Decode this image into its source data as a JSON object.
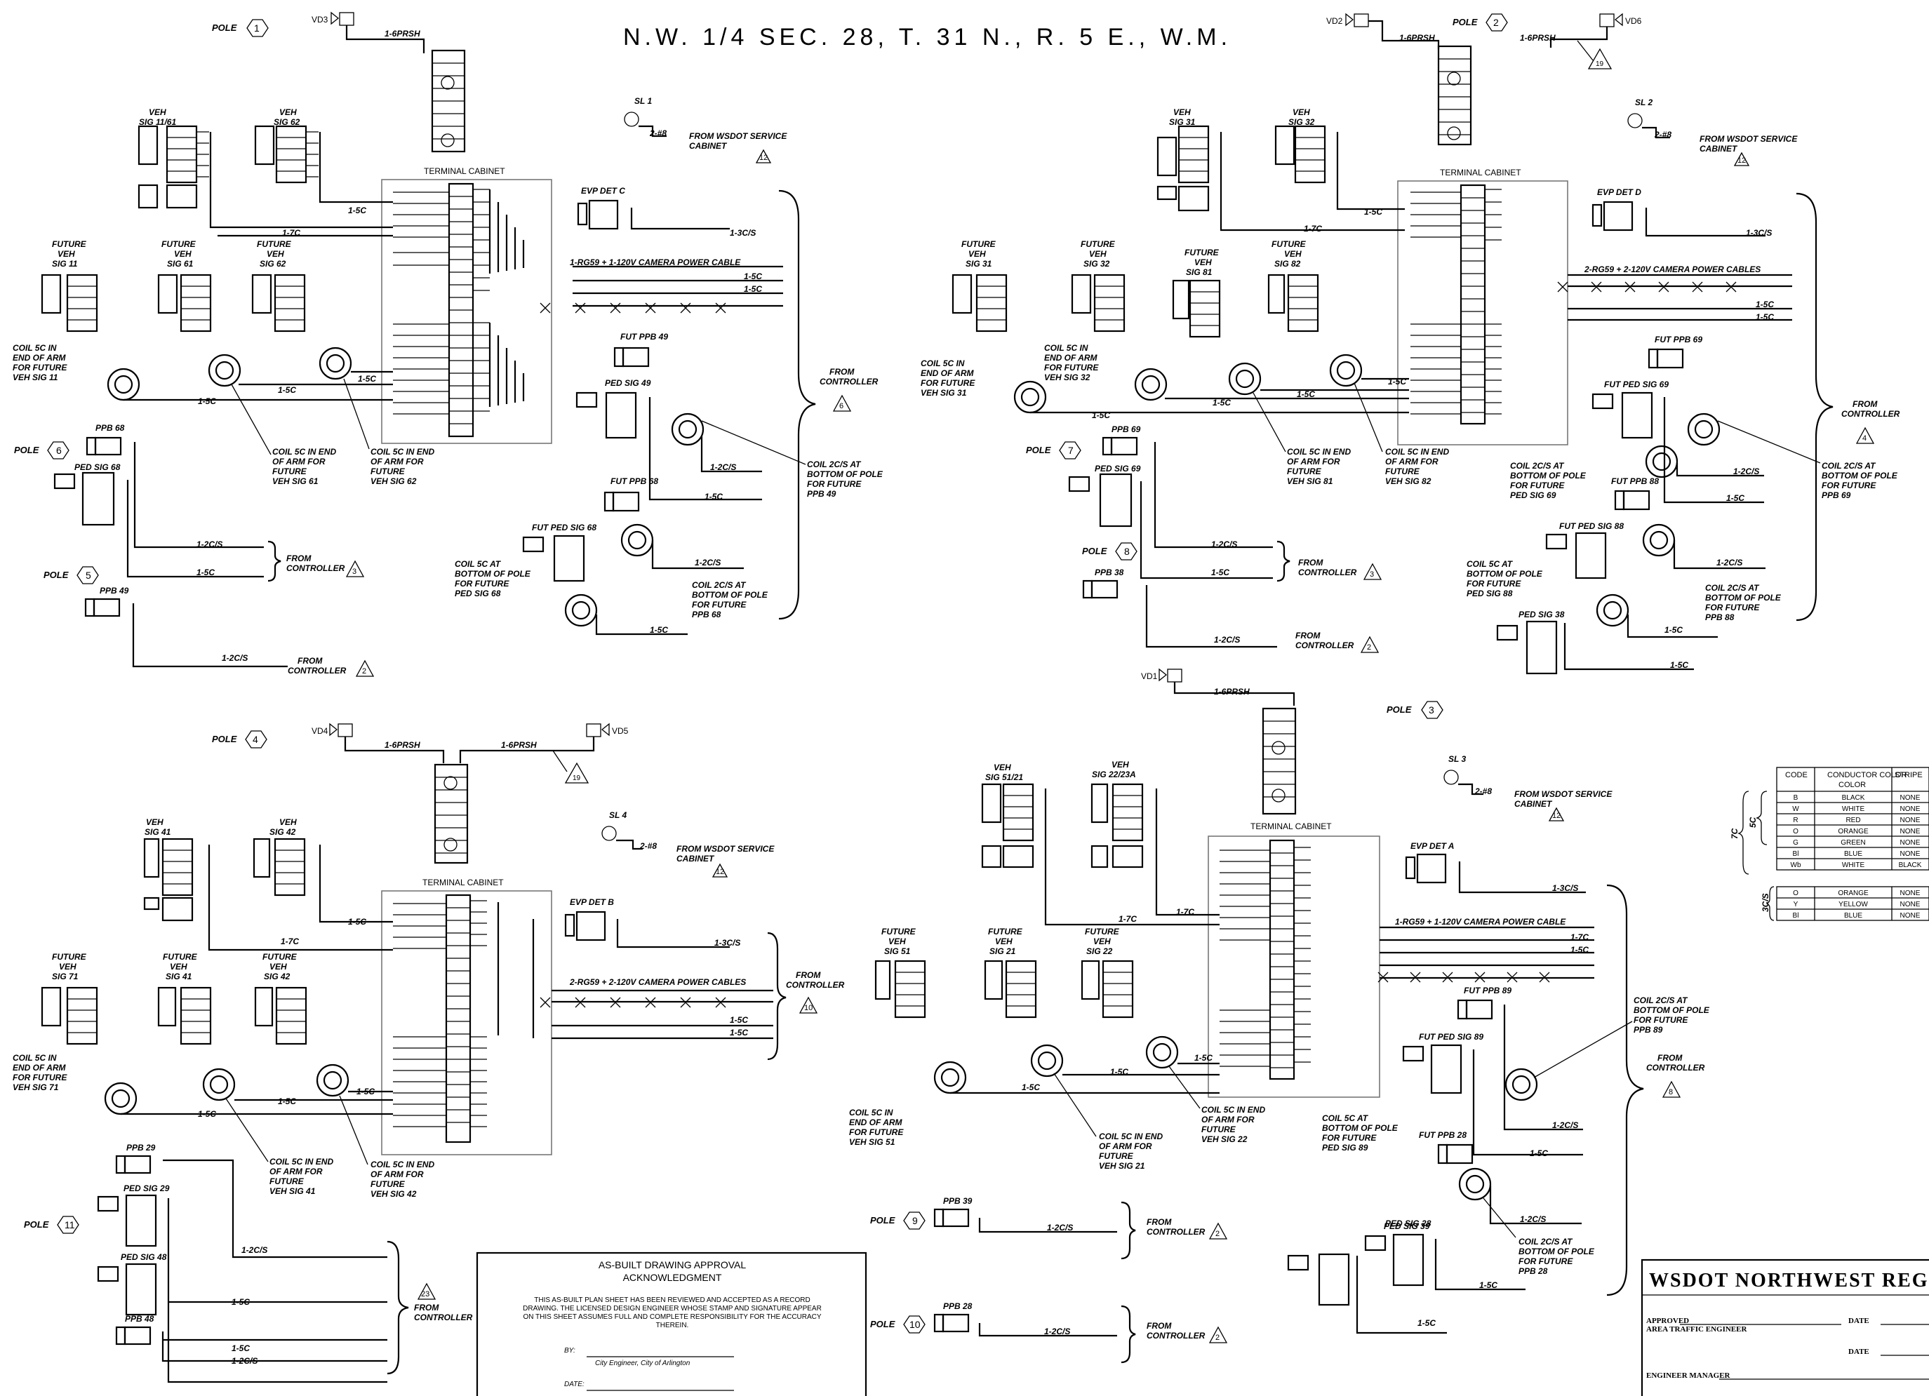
{
  "header": {
    "title": "N.W. 1/4 SEC. 28, T. 31 N., R. 5 E., W.M."
  },
  "poles": [
    {
      "label": "POLE",
      "num": "1"
    },
    {
      "label": "POLE",
      "num": "2"
    },
    {
      "label": "POLE",
      "num": "3"
    },
    {
      "label": "POLE",
      "num": "4"
    },
    {
      "label": "POLE",
      "num": "5"
    },
    {
      "label": "POLE",
      "num": "6"
    },
    {
      "label": "POLE",
      "num": "7"
    },
    {
      "label": "POLE",
      "num": "8"
    },
    {
      "label": "POLE",
      "num": "9"
    },
    {
      "label": "POLE",
      "num": "10"
    },
    {
      "label": "POLE",
      "num": "11"
    }
  ],
  "detectors": [
    "VD3",
    "VD2",
    "VD6",
    "VD4",
    "VD5",
    "VD1"
  ],
  "cables": {
    "prsh": "1-6PRSH",
    "c5": "1-5C",
    "c7": "1-7C",
    "c2s": "1-2C/S",
    "c3s": "1-3C/S",
    "b8": "2-#8",
    "rg59_1": "1-RG59 + 1-120V CAMERA POWER CABLE",
    "rg59_2": "2-RG59 + 2-120V CAMERA POWER CABLES"
  },
  "cabinet": {
    "label": "TERMINAL CABINET"
  },
  "service": {
    "sl1": "SL 1",
    "sl2": "SL 2",
    "sl3": "SL 3",
    "sl4": "SL 4",
    "text1": "FROM WSDOT SERVICE",
    "text2": "CABINET",
    "ref": "12"
  },
  "evp": {
    "a": "EVP DET A",
    "b": "EVP DET B",
    "c": "EVP DET C",
    "d": "EVP DET D"
  },
  "controller": {
    "line1": "FROM",
    "line2": "CONTROLLER",
    "refs": [
      "6",
      "4",
      "3",
      "3",
      "2",
      "2",
      "10",
      "8",
      "23",
      "2",
      "2"
    ]
  },
  "signals": {
    "veh_11_61": "VEH SIG 11/61",
    "veh_62": "VEH SIG 62",
    "veh_31": "VEH SIG 31",
    "veh_32": "VEH SIG 32",
    "veh_41": "VEH SIG 41",
    "veh_42": "VEH SIG 42",
    "veh_51_21": "VEH SIG 51/21",
    "veh_22_23a": "VEH SIG 22/23A",
    "fut_11": "FUTURE VEH SIG 11",
    "fut_61": "FUTURE VEH SIG 61",
    "fut_62": "FUTURE VEH SIG 62",
    "fut_31": "FUTURE VEH SIG 31",
    "fut_32": "FUTURE VEH SIG 32",
    "fut_81": "FUTURE VEH SIG 81",
    "fut_82": "FUTURE VEH SIG 82",
    "fut_71": "FUTURE VEH SIG 71",
    "fut_41": "FUTURE VEH SIG 41",
    "fut_42": "FUTURE VEH SIG 42",
    "fut_51": "FUTURE VEH SIG 51",
    "fut_21": "FUTURE VEH SIG 21",
    "fut_22": "FUTURE VEH SIG 22",
    "ppb68": "PPB 68",
    "ped68": "PED SIG 68",
    "ppb49": "PPB 49",
    "ppb69": "PPB 69",
    "ped69": "PED SIG 69",
    "ppb38": "PPB 38",
    "fppb49": "FUT PPB 49",
    "fped49": "PED SIG 49",
    "fppb68": "FUT PPB 68",
    "fped68": "FUT PED SIG 68",
    "fppb69": "FUT PPB 69",
    "fped69": "FUT PED SIG 69",
    "fppb88": "FUT PPB 88",
    "fped88": "FUT PED SIG 88",
    "ped38": "PED SIG 38",
    "ppb29": "PPB 29",
    "ped29": "PED SIG 29",
    "ped48": "PED SIG 48",
    "ppb48": "PPB 48",
    "ppb39": "PPB 39",
    "ppb28": "PPB 28",
    "fppb89": "FUT PPB 89",
    "fped89": "FUT PED SIG 89",
    "fppb28": "FUT PPB 28",
    "ped39": "PED SIG 39",
    "ped28": "PED SIG 28"
  },
  "notes": {
    "coil_arm_11": "COIL 5C IN END OF ARM FOR FUTURE VEH SIG 11",
    "coil_arm_61": "COIL 5C IN END OF ARM FOR FUTURE VEH SIG 61",
    "coil_arm_62": "COIL 5C IN END OF ARM FOR FUTURE VEH SIG 62",
    "coil_2cs_49": "COIL 2C/S AT BOTTOM OF POLE FOR FUTURE PPB 49",
    "coil_5c_68": "COIL 5C AT BOTTOM OF POLE FOR FUTURE PED SIG 68",
    "coil_2cs_68": "COIL 2C/S AT BOTTOM OF POLE FOR FUTURE PPB 68",
    "coil_arm_31": "COIL 5C IN END OF ARM FOR FUTURE VEH SIG 31",
    "coil_arm_32": "COIL 5C IN END OF ARM FOR FUTURE VEH SIG 32",
    "coil_arm_81": "COIL 5C IN END OF ARM FOR FUTURE VEH SIG 81",
    "coil_arm_82": "COIL 5C IN END OF ARM FOR FUTURE VEH SIG 82",
    "coil_2cs_69": "COIL 2C/S AT BOTTOM OF POLE FOR FUTURE PED SIG 69",
    "coil_2cs_69b": "COIL 2C/S AT BOTTOM OF POLE FOR FUTURE PPB 69",
    "coil_5c_88": "COIL 5C AT BOTTOM OF POLE FOR FUTURE PED SIG 88",
    "coil_2cs_88": "COIL 2C/S AT BOTTOM OF POLE FOR FUTURE PPB 88",
    "coil_arm_71": "COIL 5C IN END OF ARM FOR FUTURE VEH SIG 71",
    "coil_arm_41": "COIL 5C IN END OF ARM FOR FUTURE VEH SIG 41",
    "coil_arm_42": "COIL 5C IN END OF ARM FOR FUTURE VEH SIG 42",
    "coil_arm_51": "COIL 5C IN END OF ARM FOR FUTURE VEH SIG 51",
    "coil_arm_21": "COIL 5C IN END OF ARM FOR FUTURE VEH SIG 21",
    "coil_arm_22": "COIL 5C IN END OF ARM FOR FUTURE VEH SIG 22",
    "coil_2cs_89": "COIL 2C/S AT BOTTOM OF POLE FOR FUTURE PPB 89",
    "coil_5c_89": "COIL 5C AT BOTTOM OF POLE FOR FUTURE PED SIG 89",
    "coil_2cs_28": "COIL 2C/S AT BOTTOM OF POLE FOR FUTURE PPB 28"
  },
  "legend": {
    "headers": [
      "CODE",
      "CONDUCTOR COLOR",
      "STRIPE"
    ],
    "group1_labels": [
      "7C",
      "5C"
    ],
    "rows1": [
      [
        "B",
        "BLACK",
        "NONE"
      ],
      [
        "W",
        "WHITE",
        "NONE"
      ],
      [
        "R",
        "RED",
        "NONE"
      ],
      [
        "O",
        "ORANGE",
        "NONE"
      ],
      [
        "G",
        "GREEN",
        "NONE"
      ],
      [
        "Bl",
        "BLUE",
        "NONE"
      ],
      [
        "Wb",
        "WHITE",
        "BLACK"
      ]
    ],
    "group2_label": "3C/S",
    "rows2": [
      [
        "O",
        "ORANGE",
        "NONE"
      ],
      [
        "Y",
        "YELLOW",
        "NONE"
      ],
      [
        "Bl",
        "BLUE",
        "NONE"
      ]
    ]
  },
  "approval": {
    "title1": "AS-BUILT DRAWING APPROVAL",
    "title2": "ACKNOWLEDGMENT",
    "body": [
      "THIS AS-BUILT PLAN SHEET HAS BEEN REVIEWED AND ACCEPTED AS A RECORD",
      "DRAWING. THE LICENSED DESIGN ENGINEER WHOSE STAMP AND SIGNATURE APPEAR",
      "ON THIS SHEET ASSUMES FULL AND COMPLETE RESPONSIBILITY FOR THE ACCURACY",
      "THEREIN."
    ],
    "by": "BY:",
    "sig": "City Engineer, City of Arlington",
    "date": "DATE:"
  },
  "titleblock": {
    "org": "WSDOT NORTHWEST REGIO",
    "approved": "APPROVED",
    "ate": "AREA TRAFFIC ENGINEER",
    "date": "DATE",
    "em": "ENGINEER MANAGER"
  }
}
